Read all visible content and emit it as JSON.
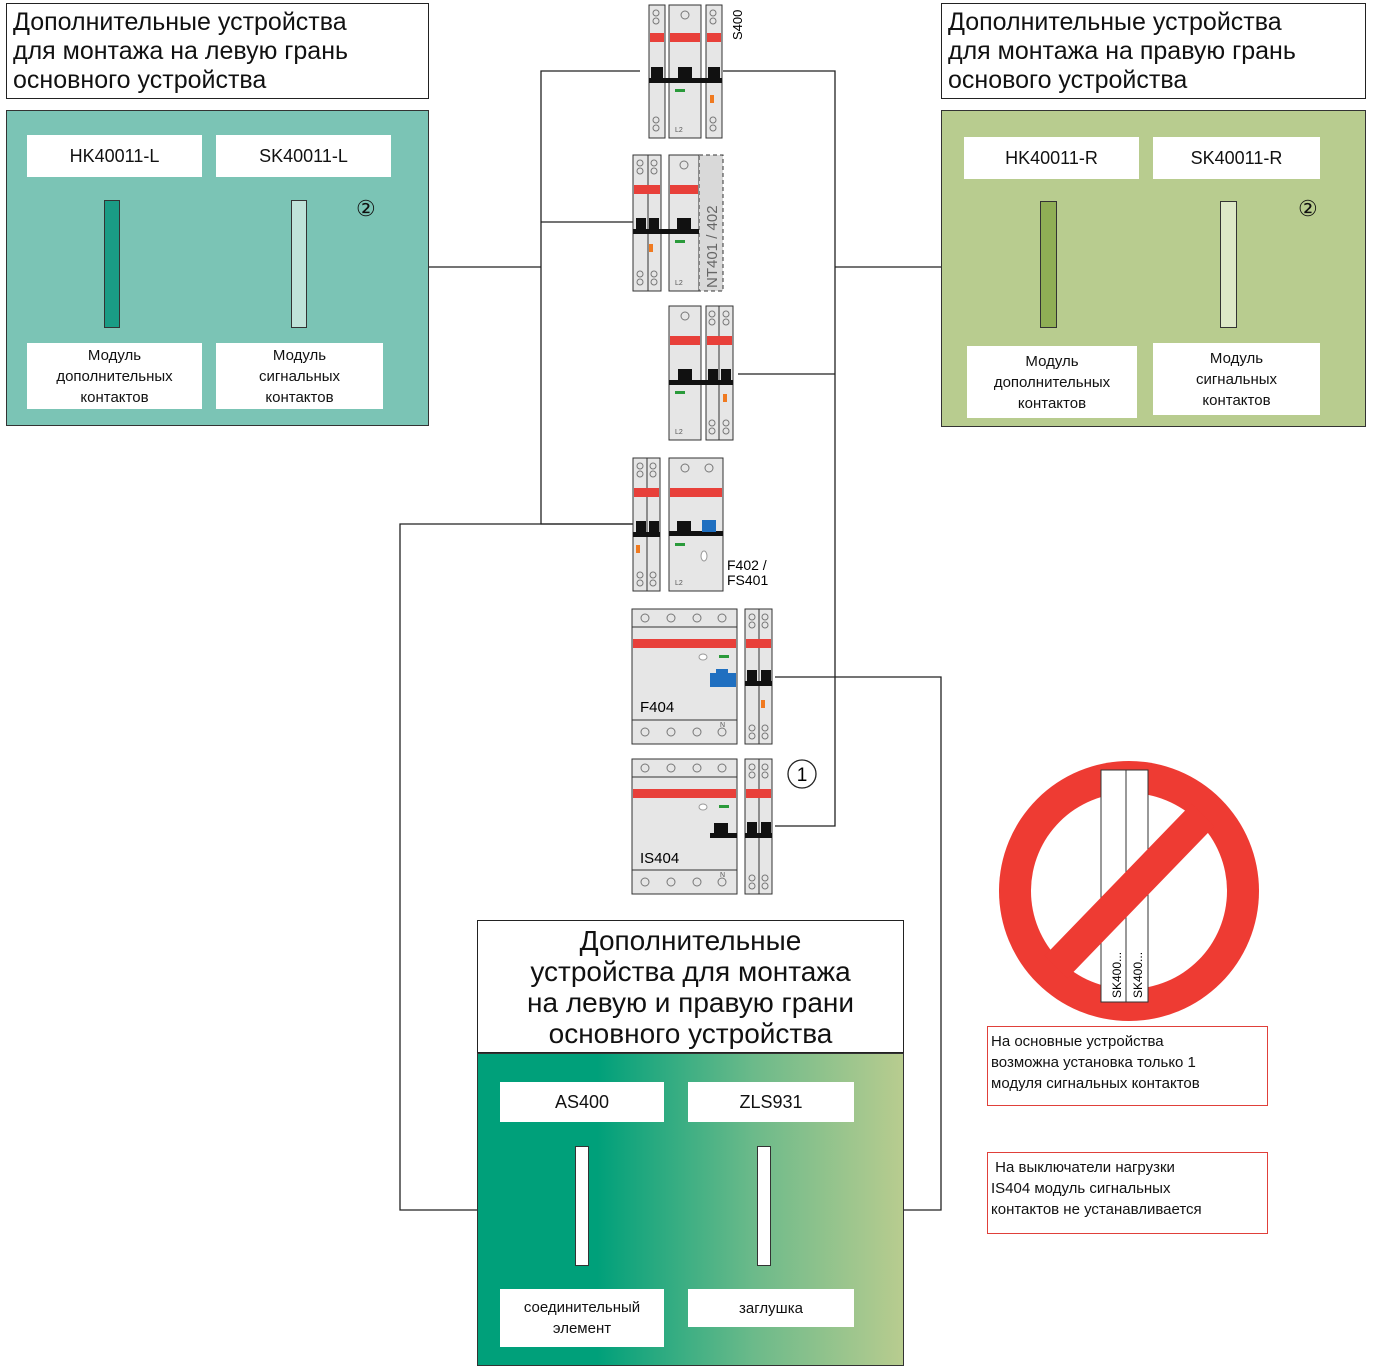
{
  "left_panel": {
    "title_lines": [
      "Дополнительные устройства",
      "для монтажа на левую грань",
      "основного устройства"
    ],
    "code1": "HK40011-L",
    "code2": "SK40011-L",
    "marker": "②",
    "caption1": [
      "Модуль",
      "дополнительных",
      "контактов"
    ],
    "caption2": [
      "Модуль",
      "сигнальных",
      "контактов"
    ],
    "color": "#7bc4b5"
  },
  "right_panel": {
    "title_lines": [
      "Дополнительные устройства",
      "для монтажа на правую грань",
      "основого устройства"
    ],
    "code1": "HK40011-R",
    "code2": "SK40011-R",
    "marker": "②",
    "caption1": [
      "Модуль",
      "дополнительных",
      "контактов"
    ],
    "caption2": [
      "Модуль",
      "сигнальных",
      "контактов"
    ],
    "color": "#b8cc8f"
  },
  "bottom_panel": {
    "title_lines": [
      "Дополнительные",
      "устройства для монтажа",
      "на левую и правую грани",
      "основного устройства"
    ],
    "code1": "AS400",
    "code2": "ZLS931",
    "caption1": [
      "соединительный",
      "элемент"
    ],
    "caption2": [
      "заглушка"
    ]
  },
  "devices": {
    "s400": "S400",
    "nt": "NT401 / 402",
    "f402_line1": "F402 /",
    "f402_line2": "FS401",
    "f404": "F404",
    "is404": "IS404",
    "l2": "L2",
    "n": "N",
    "callout": "1"
  },
  "prohibition": {
    "module_label": "SK400...",
    "color": "#ee3b33"
  },
  "notes": {
    "note1": [
      "На основные устройства",
      "возможна установка только 1",
      "модуля сигнальных контактов"
    ],
    "note2": [
      " На выключатели нагрузки",
      "IS404 модуль сигнальных",
      "контактов не устанавливается"
    ]
  }
}
